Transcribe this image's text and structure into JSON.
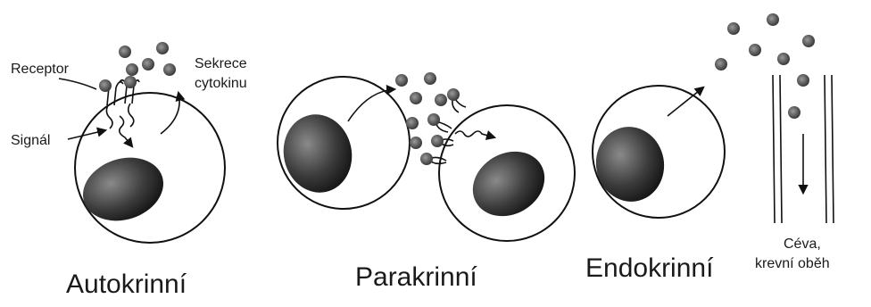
{
  "autocrine": {
    "title": "Autokrinní",
    "receptor_label": "Receptor",
    "signal_label": "Signál",
    "secretion_label_line1": "Sekrece",
    "secretion_label_line2": "cytokinu"
  },
  "paracrine": {
    "title": "Parakrinní"
  },
  "endocrine": {
    "title": "Endokrinní",
    "vessel_label_line1": "Céva,",
    "vessel_label_line2": "krevní oběh"
  }
}
